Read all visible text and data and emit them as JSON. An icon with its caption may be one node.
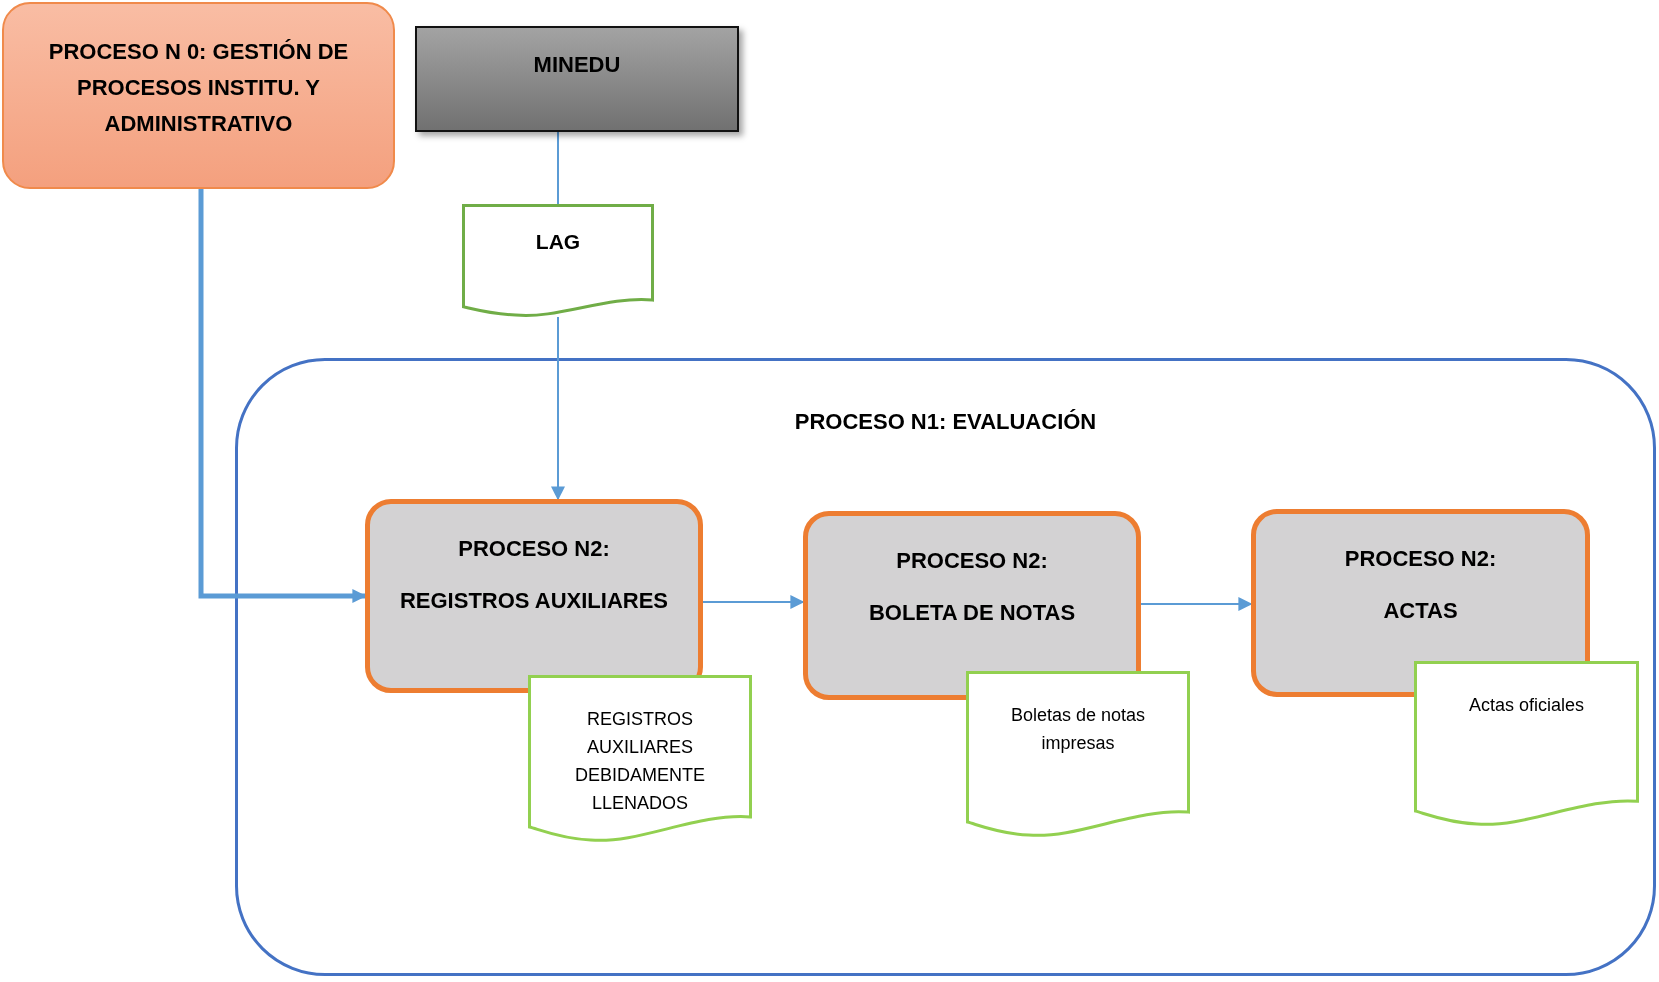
{
  "diagram": {
    "nodes": [
      {
        "text": [
          "PROCESO N 0: GESTIÓN DE PROCESOS INSTITU. Y ADMINISTRATIVO"
        ]
      },
      {
        "text": [
          "MINEDU"
        ]
      },
      {
        "text": [
          "LAG"
        ]
      },
      {
        "text": [
          "PROCESO N1: EVALUACIÓN"
        ]
      },
      {
        "text": [
          "PROCESO N2:",
          "REGISTROS AUXILIARES"
        ],
        "in": 3
      },
      {
        "text": [
          "REGISTROS AUXILIARES DEBIDAMENTE LLENADOS"
        ],
        "in": 3
      },
      {
        "text": [
          "PROCESO N2:",
          "BOLETA DE NOTAS"
        ],
        "in": 3
      },
      {
        "text": [
          "Boletas de notas impresas"
        ],
        "in": 3
      },
      {
        "text": [
          "PROCESO N2:",
          "ACTAS"
        ],
        "in": 3
      },
      {
        "text": [
          "Actas oficiales"
        ],
        "in": 3
      }
    ],
    "edges": [
      {
        "from": 1,
        "to": 2,
        "arrow": "none"
      },
      {
        "from": 2,
        "to": 4,
        "arrow": "to"
      },
      {
        "from": 0,
        "to": 4,
        "arrow": "to",
        "style": "thick"
      },
      {
        "from": 4,
        "to": 6,
        "arrow": "to"
      },
      {
        "from": 6,
        "to": 8,
        "arrow": "to"
      }
    ]
  }
}
